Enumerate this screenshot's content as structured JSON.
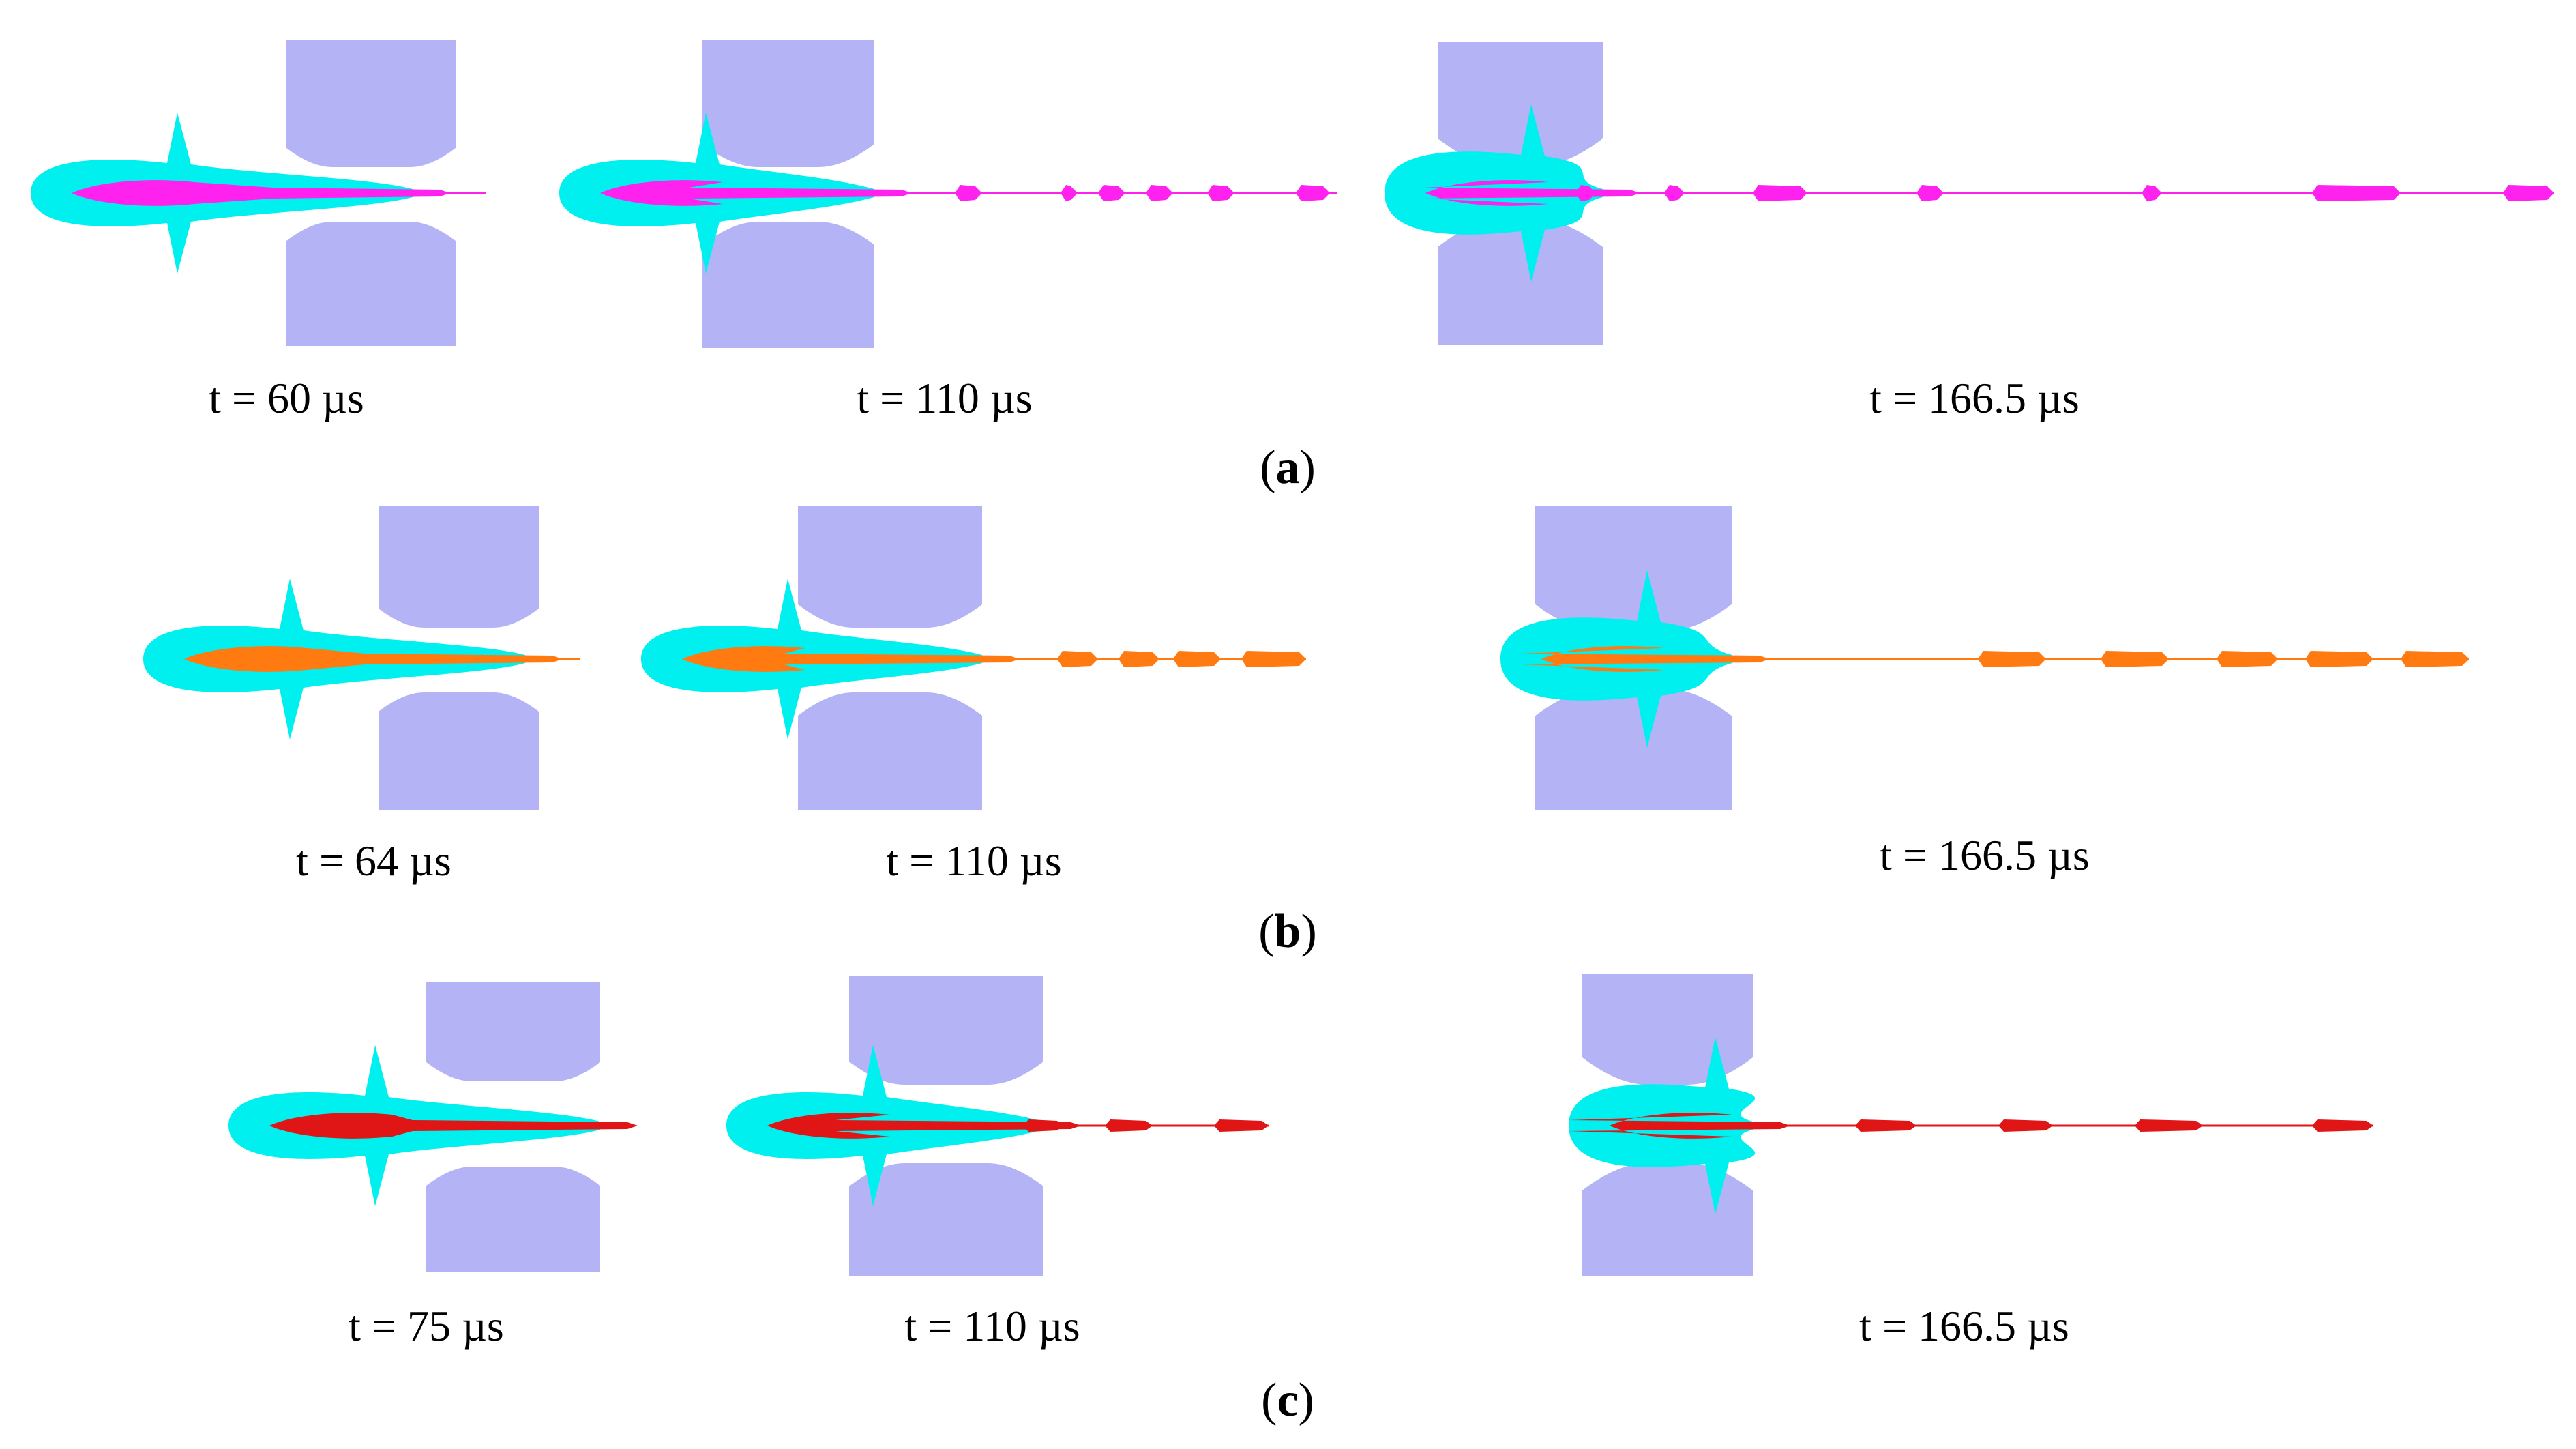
{
  "colors": {
    "background": "#ffffff",
    "target_plate": "#b3b3f5",
    "explosive_debris": "#00f0f0",
    "liner_a": "#ff22ee",
    "liner_b": "#ff7a10",
    "liner_c": "#e01515"
  },
  "panels": [
    {
      "label_open": "(",
      "label_letter": "a",
      "label_close": ")",
      "liner_color_key": "liner_a",
      "snapshots": [
        {
          "time_label": "t = 60 µs",
          "stage": 1
        },
        {
          "time_label": "t = 110 µs",
          "stage": 2
        },
        {
          "time_label": "t = 166.5 µs",
          "stage": 3
        }
      ]
    },
    {
      "label_open": "(",
      "label_letter": "b",
      "label_close": ")",
      "liner_color_key": "liner_b",
      "snapshots": [
        {
          "time_label": "t = 64 µs",
          "stage": 1
        },
        {
          "time_label": "t = 110 µs",
          "stage": 2
        },
        {
          "time_label": "t = 166.5 µs",
          "stage": 3
        }
      ]
    },
    {
      "label_open": "(",
      "label_letter": "c",
      "label_close": ")",
      "liner_color_key": "liner_c",
      "snapshots": [
        {
          "time_label": "t = 75 µs",
          "stage": 1
        },
        {
          "time_label": "t = 110 µs",
          "stage": 2
        },
        {
          "time_label": "t = 166.5 µs",
          "stage": 3
        }
      ]
    }
  ]
}
